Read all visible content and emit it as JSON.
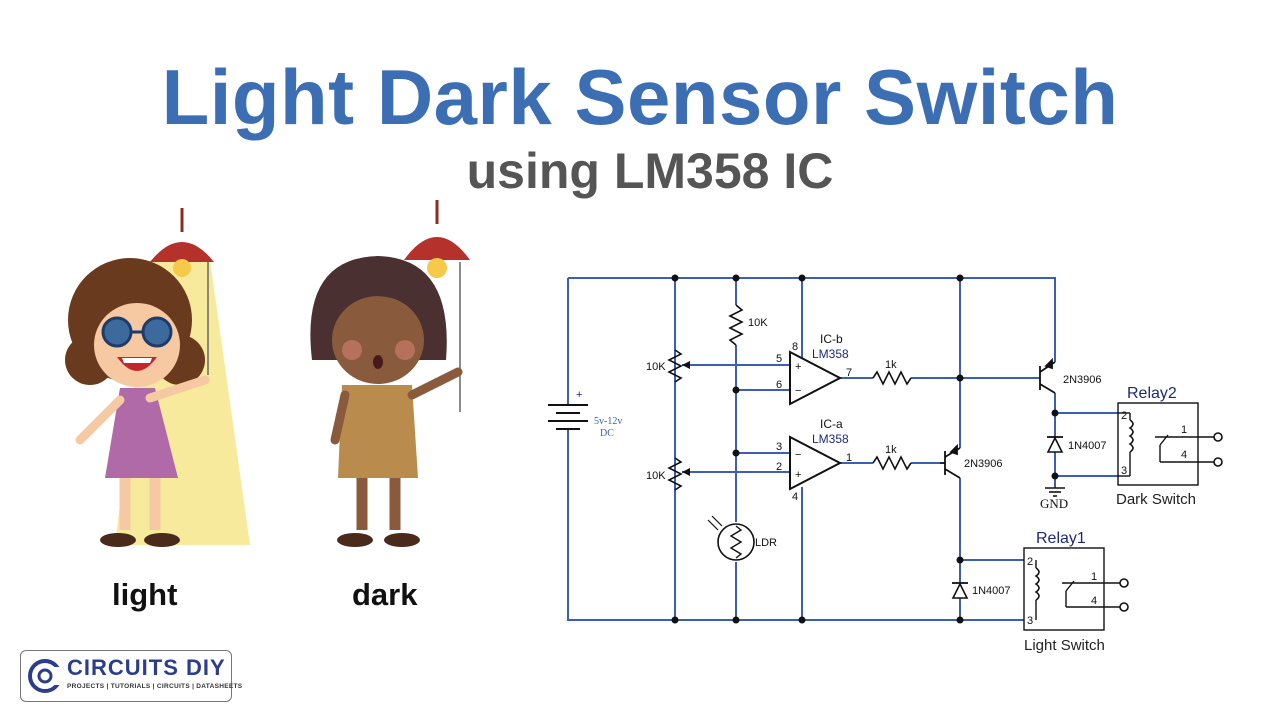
{
  "title": "Light Dark Sensor Switch",
  "subtitle": "using LM358 IC",
  "illustration": {
    "caption_light": "light",
    "caption_dark": "dark"
  },
  "circuit": {
    "battery_plus": "+",
    "battery_rating": "5v-12v",
    "battery_rating_2": "DC",
    "resistor_top": "10K",
    "pot_top": "10K",
    "pot_bottom": "10K",
    "opamp_top_name": "IC-b",
    "opamp_top_part": "LM358",
    "opamp_bottom_name": "IC-a",
    "opamp_bottom_part": "LM358",
    "pin_5": "5",
    "pin_6": "6",
    "pin_7": "7",
    "pin_8": "8",
    "pin_3": "3",
    "pin_2": "2",
    "pin_1": "1",
    "pin_4": "4",
    "opamp_plus": "+",
    "opamp_minus": "−",
    "res_top": "1k",
    "res_bottom": "1k",
    "transistor_top": "2N3906",
    "transistor_bottom": "2N3906",
    "diode_top": "1N4007",
    "diode_bottom": "1N4007",
    "ldr": "LDR",
    "gnd": "GND",
    "relay2": {
      "name": "Relay2",
      "caption": "Dark Switch",
      "p1": "1",
      "p2": "2",
      "p3": "3",
      "p4": "4"
    },
    "relay1": {
      "name": "Relay1",
      "caption": "Light Switch",
      "p1": "1",
      "p2": "2",
      "p3": "3",
      "p4": "4"
    }
  },
  "logo": {
    "name": "CIRCUITS DIY",
    "tagline": "PROJECTS | TUTORIALS | CIRCUITS | DATASHEETS"
  },
  "colors": {
    "title": "#3c6eb4",
    "subtitle": "#555555",
    "wire": "#3a5fb4",
    "lamp": "#b5312b"
  }
}
